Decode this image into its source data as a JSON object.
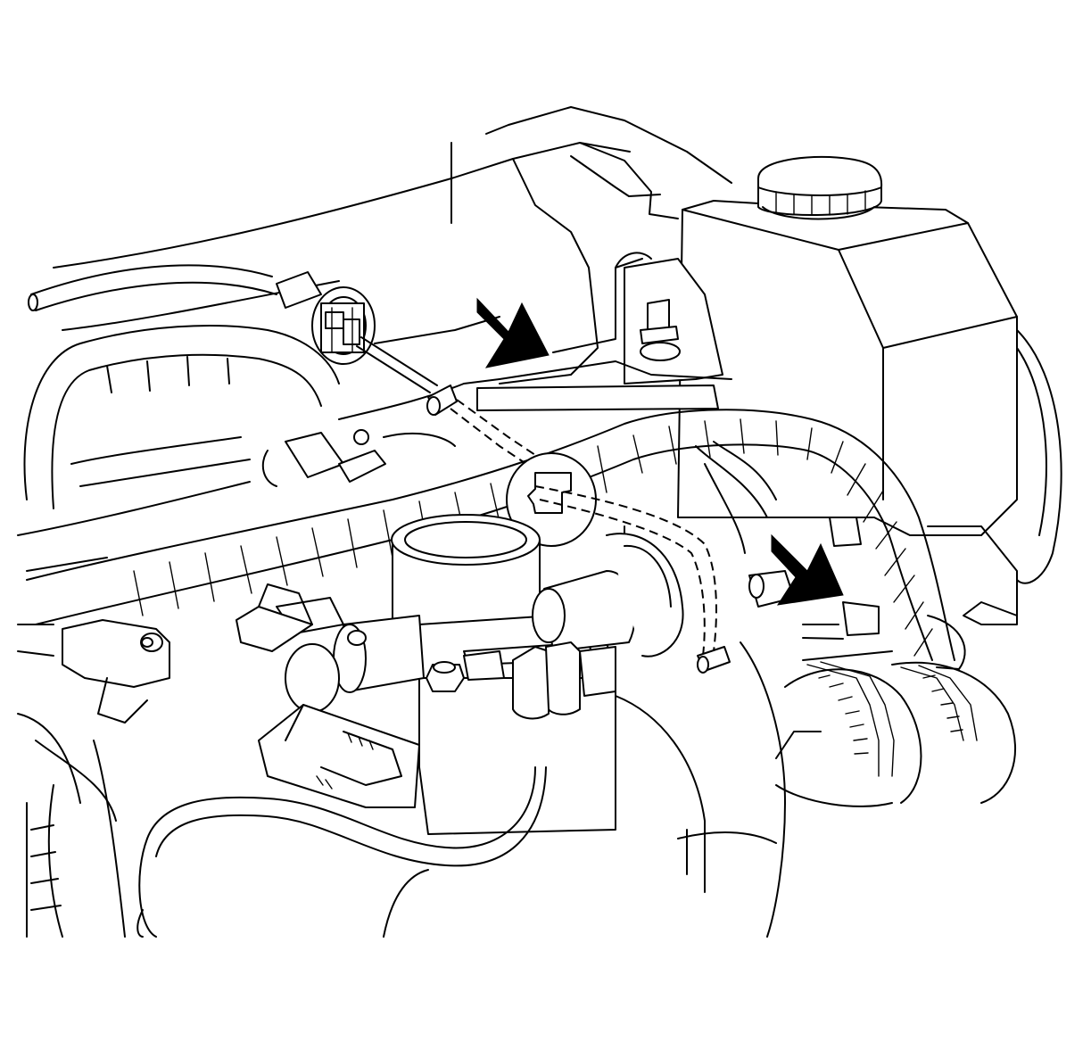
{
  "figure": {
    "kind": "service-manual line drawing",
    "callouts": [
      "arrow-upper",
      "arrow-lower"
    ],
    "colors": {
      "line": "#000000",
      "background": "#ffffff",
      "arrow": "#000000"
    }
  }
}
